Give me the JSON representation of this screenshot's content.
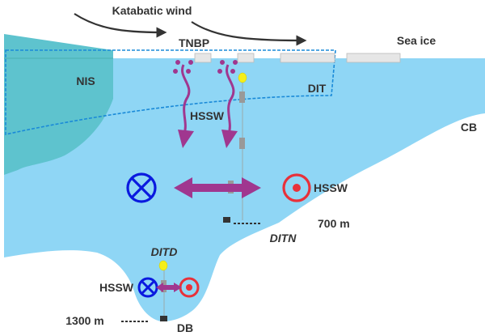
{
  "labels": {
    "wind": "Katabatic wind",
    "polynya": "TNBP",
    "sea_ice": "Sea ice",
    "ice_shelf": "NIS",
    "dit": "DIT",
    "hssw_center": "HSSW",
    "cb": "CB",
    "hssw_right": "HSSW",
    "depth_north": "700 m",
    "mooring_north": "DITN",
    "mooring_deep": "DITD",
    "hssw_left": "HSSW",
    "depth_deep": "1300 m",
    "db": "DB"
  },
  "colors": {
    "water": "#8fd6f5",
    "ice_shelf": "#5ec3ce",
    "dashed_box": "#1a8ad8",
    "hssw_arrow": "#a0378f",
    "into_page": "#0a1adf",
    "out_of_page": "#e8313a",
    "float": "#f5ee1a",
    "sea_ice": "#e6e6e6"
  },
  "icons": [
    "wind-arrow-icon",
    "into-page-circle-icon",
    "out-of-page-circle-icon",
    "double-arrow-icon",
    "mooring-float-icon",
    "mooring-anchor-icon"
  ]
}
